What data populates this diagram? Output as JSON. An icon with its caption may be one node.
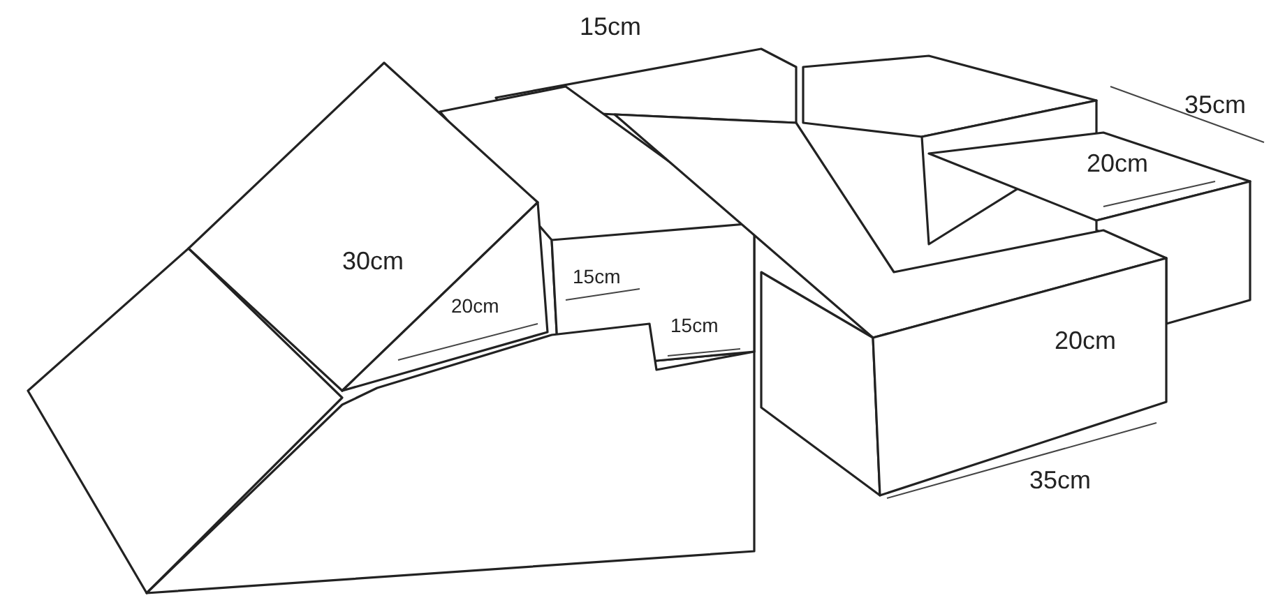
{
  "diagram": {
    "labels": [
      "15cm",
      "35cm",
      "20cm",
      "30cm",
      "15cm",
      "20cm",
      "15cm",
      "20cm",
      "35cm"
    ]
  }
}
